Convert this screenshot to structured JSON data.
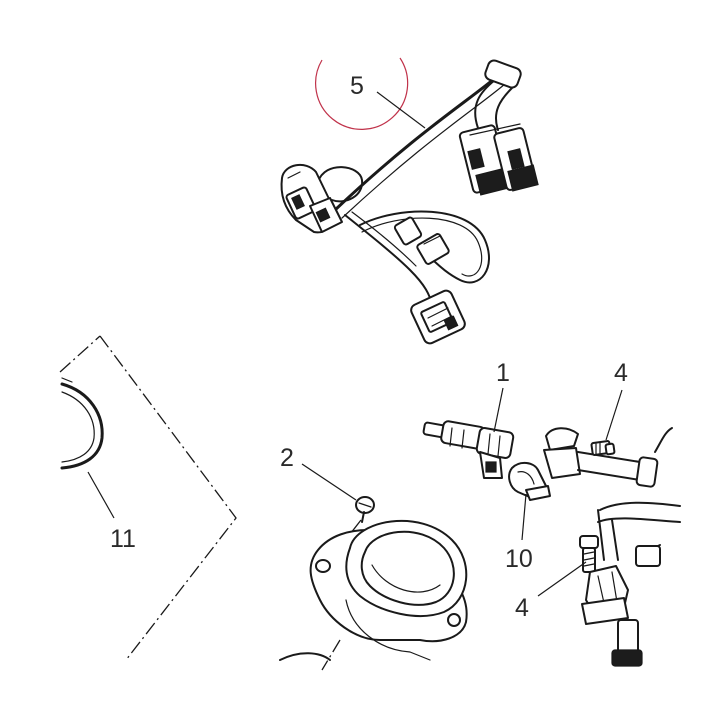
{
  "callouts": {
    "c1": "1",
    "c2": "2",
    "c4a": "4",
    "c4b": "4",
    "c5": "5",
    "c10": "10",
    "c11": "11"
  },
  "colors": {
    "highlight_circle": "#c0324a",
    "line": "#1a1a1a",
    "background": "#ffffff"
  }
}
